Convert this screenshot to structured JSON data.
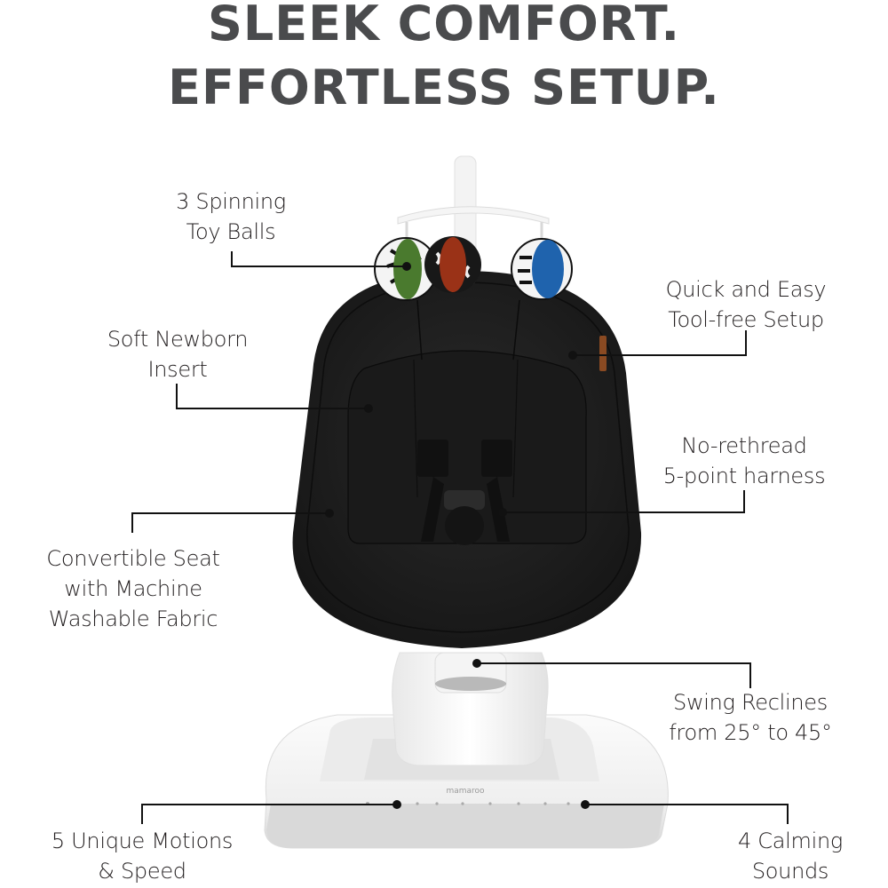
{
  "headline": {
    "line1": "SLEEK COMFORT.",
    "line2": "EFFORTLESS SETUP."
  },
  "product": {
    "brand_mark": "mamaroo",
    "seat_color": "#1e1e1e",
    "base_color": "#f2f2f2",
    "toy_ball_colors": [
      "#4a7a2e",
      "#9a3217",
      "#1f63ad"
    ]
  },
  "callouts": {
    "toy_balls": [
      "3 Spinning",
      "Toy Balls"
    ],
    "setup": [
      "Quick and Easy",
      "Tool-free Setup"
    ],
    "insert": [
      "Soft Newborn",
      "Insert"
    ],
    "harness": [
      "No-rethread",
      "5-point harness"
    ],
    "seat": [
      "Convertible Seat",
      "with Machine",
      "Washable Fabric"
    ],
    "recline": [
      "Swing Reclines",
      "from 25° to 45°"
    ],
    "motions": [
      "5 Unique Motions",
      "& Speed"
    ],
    "sounds": [
      "4 Calming",
      "Sounds"
    ]
  }
}
